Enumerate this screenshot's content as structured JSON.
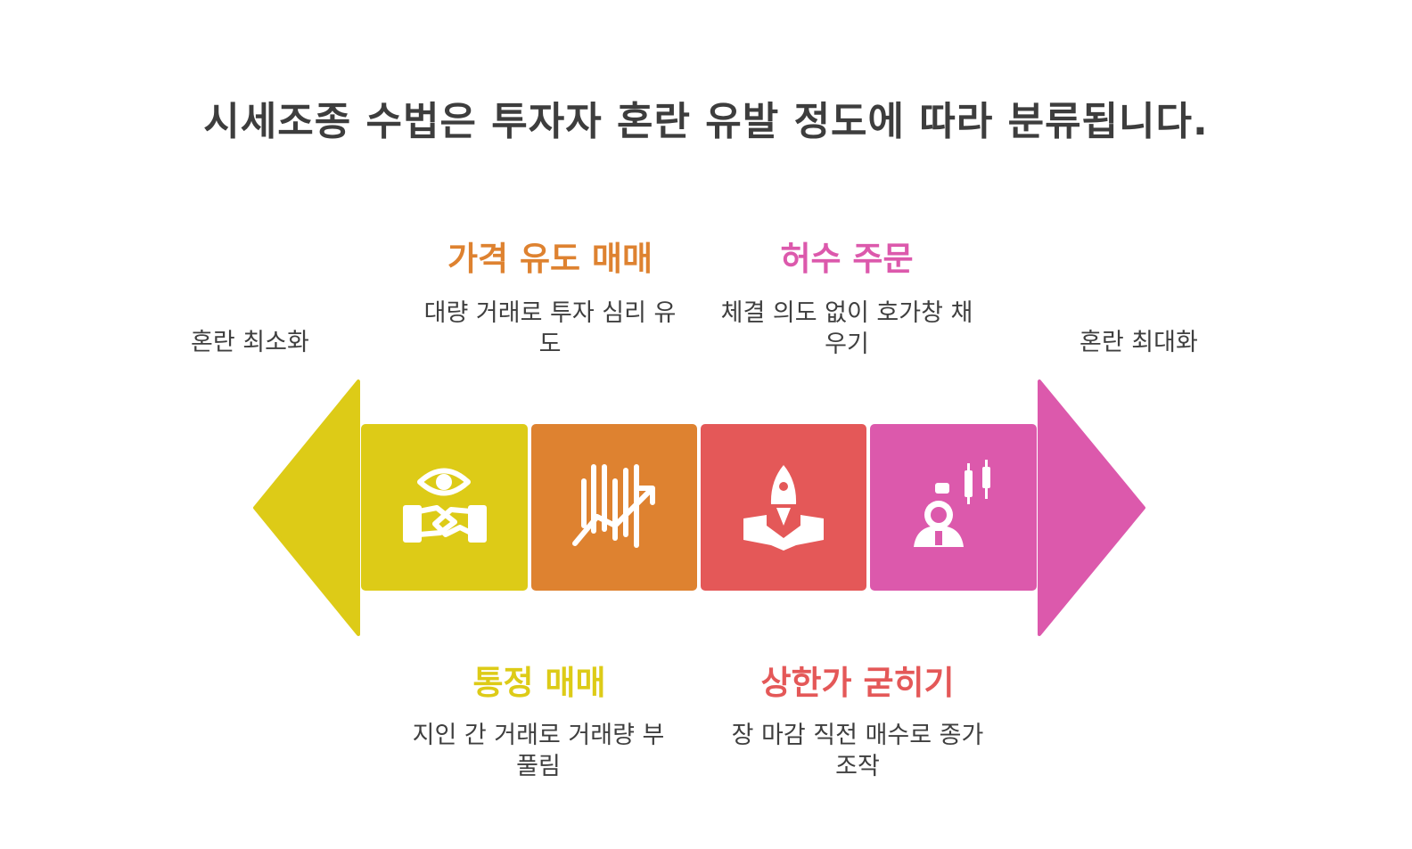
{
  "title": "시세조종 수법은 투자자 혼란 유발 정도에 따라 분류됩니다.",
  "left_end": {
    "label": "혼란 최소화"
  },
  "right_end": {
    "label": "혼란 최대화"
  },
  "colors": {
    "yellow": "#DDCB17",
    "orange": "#DE8230",
    "red": "#E45858",
    "pink": "#DC59AC"
  },
  "items": [
    {
      "title": "통정 매매",
      "desc": "지인 간 거래로 거래량 부풀림",
      "color": "#DDCB17",
      "icon": "handshake-eye-icon",
      "position": "bottom"
    },
    {
      "title": "가격 유도 매매",
      "desc": "대량 거래로 투자 심리 유도",
      "color": "#DE8230",
      "icon": "candlestick-trend-icon",
      "position": "top"
    },
    {
      "title": "상한가 굳히기",
      "desc": "장 마감 직전 매수로 종가 조작",
      "color": "#E45858",
      "icon": "rocket-platform-icon",
      "position": "bottom"
    },
    {
      "title": "허수 주문",
      "desc": "체결 의도 없이 호가창 채우기",
      "color": "#DC59AC",
      "icon": "trader-candles-icon",
      "position": "top"
    }
  ]
}
